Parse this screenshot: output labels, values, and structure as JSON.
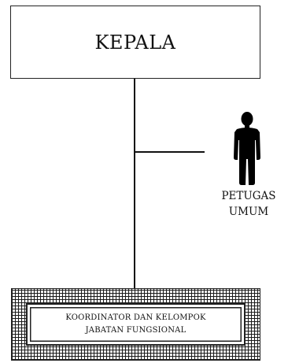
{
  "org_chart": {
    "head": {
      "label": "KEPALA"
    },
    "staff": {
      "label_line1": "PETUGAS",
      "label_line2": "UMUM",
      "icon": "person-silhouette-icon"
    },
    "bottom": {
      "label_line1": "KOORDINATOR DAN KELOMPOK",
      "label_line2": "JABATAN FUNGSIONAL"
    }
  }
}
